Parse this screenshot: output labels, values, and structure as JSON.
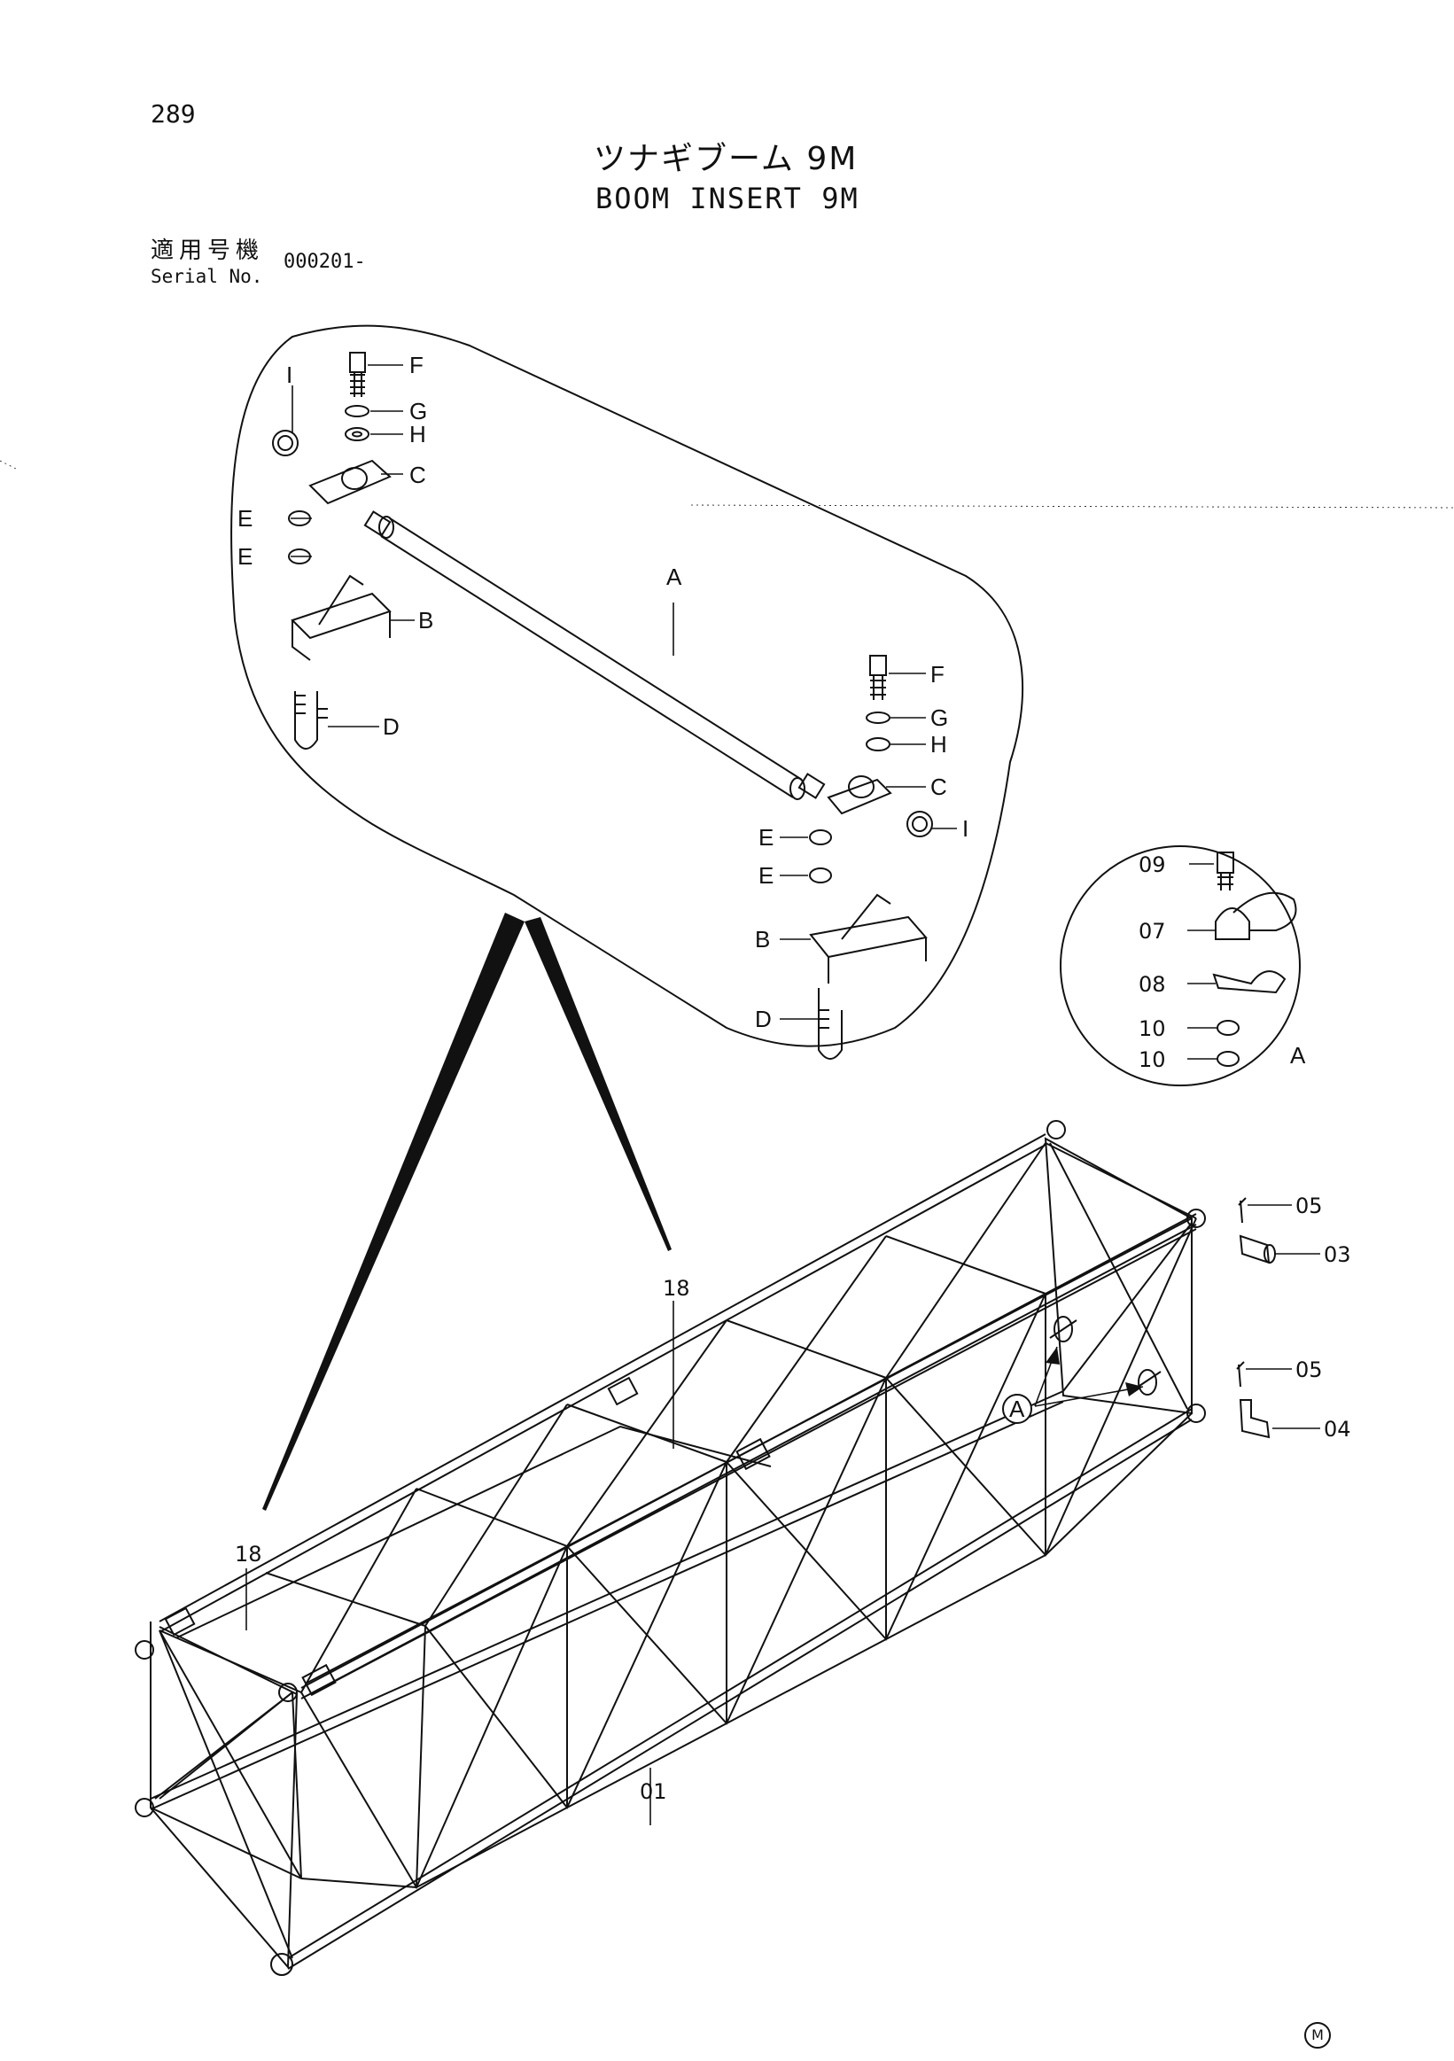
{
  "header": {
    "page_number": "289",
    "title_jp": "ツナギブーム 9M",
    "title_en": "BOOM INSERT 9M",
    "serial_label_jp": "適用号機",
    "serial_label_en": "Serial No.",
    "serial_value": "000201-"
  },
  "detail_main": {
    "labels": {
      "A": "A",
      "B_top": "B",
      "B_bottom": "B",
      "C_top": "C",
      "C_bottom": "C",
      "D_top": "D",
      "D_bottom": "D",
      "E1": "E",
      "E2": "E",
      "E3": "E",
      "E4": "E",
      "F_top": "F",
      "F_bottom": "F",
      "G_top": "G",
      "G_bottom": "G",
      "H_top": "H",
      "H_bottom": "H",
      "I_top": "I",
      "I_bottom": "I"
    }
  },
  "detail_a": {
    "parts": [
      "09",
      "07",
      "08",
      "10",
      "10"
    ],
    "ref": "A"
  },
  "main_view": {
    "parts": {
      "boom": "01",
      "pin_03": "03",
      "pin_04": "04",
      "pin_05_top": "05",
      "pin_05_bottom": "05",
      "support_left": "18",
      "support_right": "18",
      "detail_ref": "A"
    }
  },
  "footer": {
    "mark": "M"
  }
}
